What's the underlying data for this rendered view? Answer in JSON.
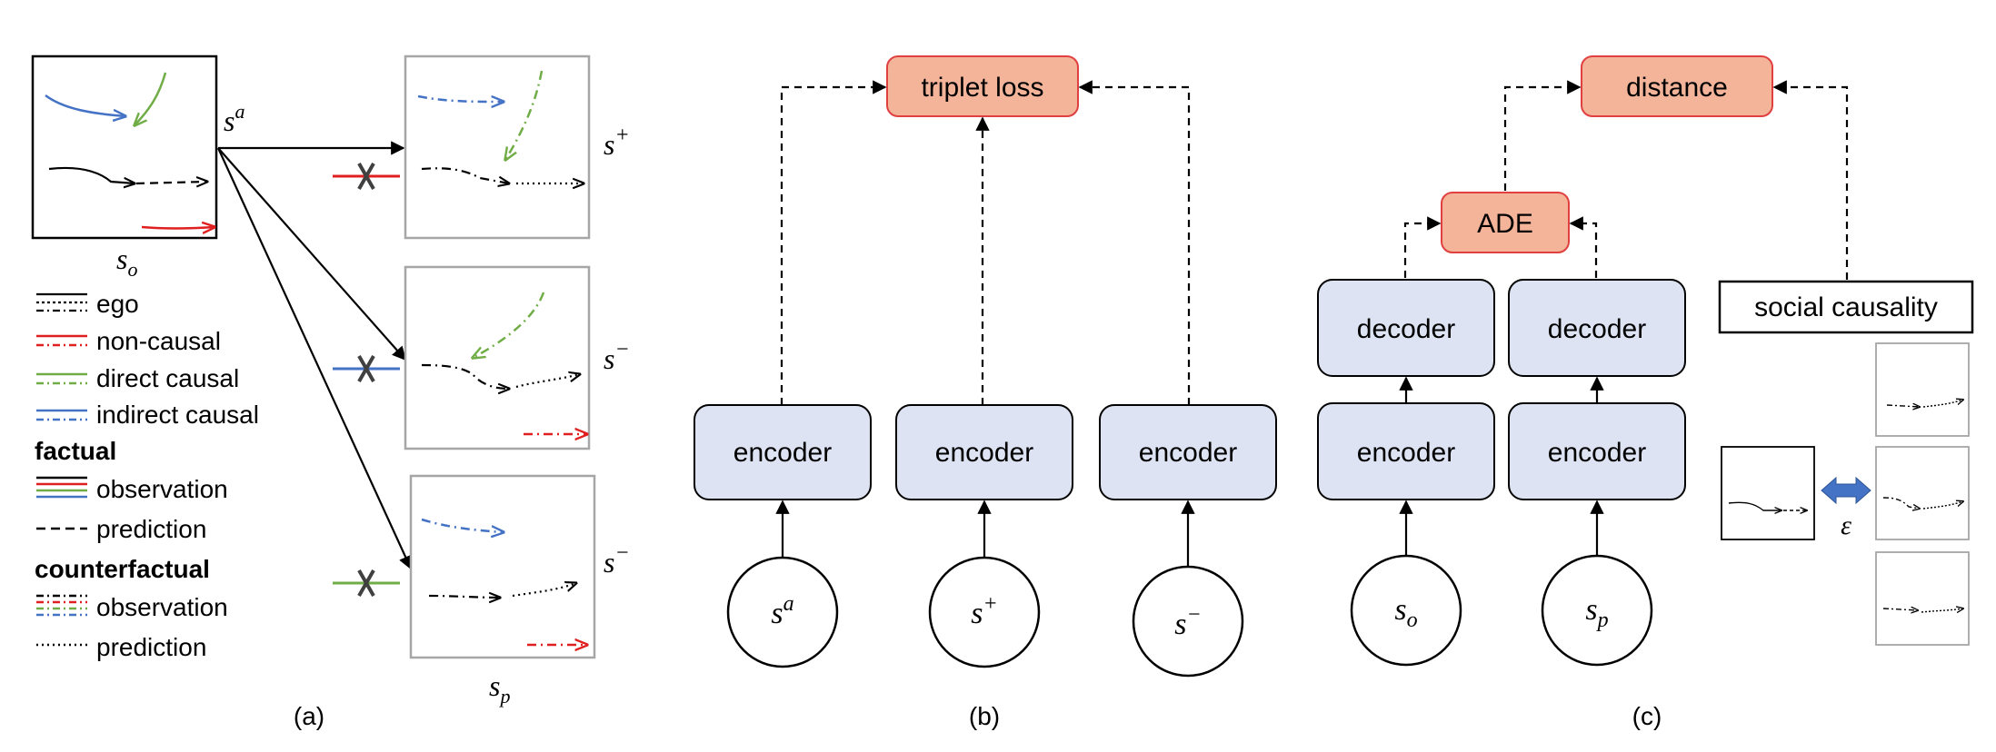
{
  "panel_a": {
    "caption": "(a)",
    "scene_labels": {
      "s_o": "s",
      "s_o_sub": "o",
      "s_a": "s",
      "s_a_sup": "a",
      "s_pos": "s",
      "s_pos_sup": "+",
      "s_neg1": "s",
      "s_neg1_sup": "−",
      "s_neg2": "s",
      "s_neg2_sup": "−",
      "s_p": "s",
      "s_p_sub": "p"
    },
    "legend": {
      "ego": "ego",
      "non_causal": "non-causal",
      "direct_causal": "direct causal",
      "indirect_causal": "indirect causal",
      "factual_heading": "factual",
      "factual_observation": "observation",
      "factual_prediction": "prediction",
      "counterfactual_heading": "counterfactual",
      "counterfactual_observation": "observation",
      "counterfactual_prediction": "prediction"
    },
    "colors": {
      "ego": "#000000",
      "non_causal": "#e02020",
      "direct_causal": "#70ad47",
      "indirect_causal": "#4472c4"
    }
  },
  "panel_b": {
    "caption": "(b)",
    "loss_label": "triplet loss",
    "encoder_labels": [
      "encoder",
      "encoder",
      "encoder"
    ],
    "inputs": [
      {
        "base": "s",
        "sup": "a"
      },
      {
        "base": "s",
        "sup": "+"
      },
      {
        "base": "s",
        "sup": "−"
      }
    ]
  },
  "panel_c": {
    "caption": "(c)",
    "distance_label": "distance",
    "ade_label": "ADE",
    "decoder_labels": [
      "decoder",
      "decoder"
    ],
    "encoder_labels": [
      "encoder",
      "encoder"
    ],
    "inputs": [
      {
        "base": "s",
        "sub": "o"
      },
      {
        "base": "s",
        "sub": "p"
      }
    ],
    "social_causality_label": "social causality",
    "epsilon_label": "ε"
  },
  "colors": {
    "loss_box_fill": "#f3b49a",
    "loss_box_stroke": "#e04040",
    "module_fill": "#dde3f3",
    "arrow_blue": "#4472c4"
  }
}
